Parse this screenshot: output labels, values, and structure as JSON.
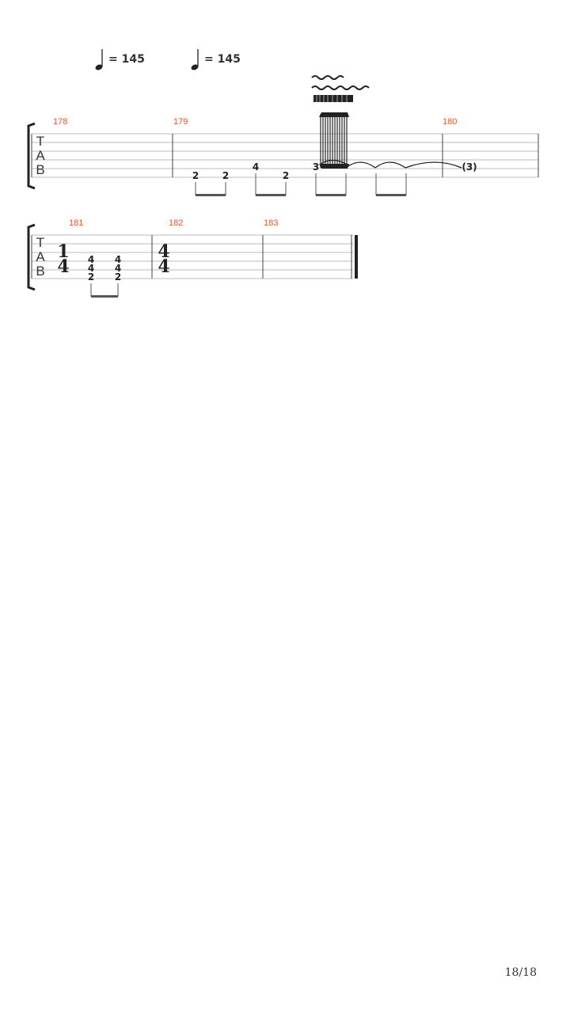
{
  "tempo_markings": [
    {
      "symbol": "quarter-note-icon",
      "text": "= 145"
    },
    {
      "symbol": "quarter-note-icon",
      "text": "= 145"
    }
  ],
  "tab_clef": [
    "T",
    "A",
    "B"
  ],
  "systems": [
    {
      "measures": [
        {
          "number": "178",
          "notes": []
        },
        {
          "number": "179",
          "notes": [
            {
              "fret": "2",
              "string": 5
            },
            {
              "fret": "2",
              "string": 5
            },
            {
              "fret": "4",
              "string": 4
            },
            {
              "fret": "2",
              "string": 5
            },
            {
              "fret": "3",
              "string": 4
            }
          ]
        },
        {
          "number": "180",
          "notes": [
            {
              "fret": "(3)",
              "string": 4
            }
          ]
        }
      ]
    },
    {
      "measures": [
        {
          "number": "181",
          "time_signature": [
            "1",
            "4"
          ],
          "chords": [
            [
              "4",
              "4",
              "2"
            ],
            [
              "4",
              "4",
              "2"
            ]
          ]
        },
        {
          "number": "182",
          "time_signature": [
            "4",
            "4"
          ],
          "chords": []
        },
        {
          "number": "183",
          "time_signature": null,
          "chords": []
        }
      ]
    }
  ],
  "colors": {
    "measure_number": "#e8542a",
    "staff_line": "#bbbbbb",
    "ink": "#222222"
  },
  "page_number": "18/18"
}
